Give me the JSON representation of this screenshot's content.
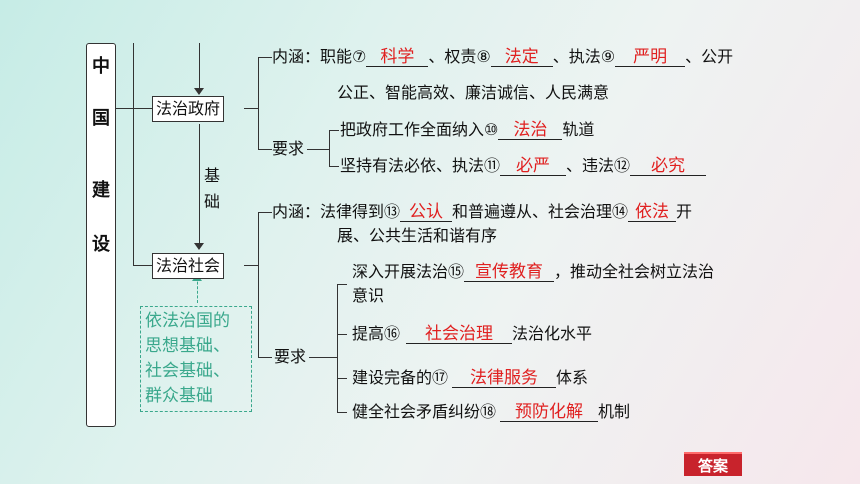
{
  "sidebar": {
    "chars": [
      "中",
      "国",
      "建",
      "设"
    ]
  },
  "nodes": {
    "gov": "法治政府",
    "soc": "法治社会",
    "basis": "基础"
  },
  "basis_box": [
    "依法治国的",
    "思想基础、",
    "社会基础、",
    "群众基础"
  ],
  "labels": {
    "neihan": "内涵：",
    "yaoqiu": "要求",
    "yaoqiu_arrow": "要求一"
  },
  "gov_neihan": {
    "p1": "职能⑦",
    "a7": "科学",
    "p2": "、权责⑧",
    "a8": "法定",
    "p3": "、执法⑨",
    "a9": "严明",
    "p4": "、公开",
    "line2": "公正、智能高效、廉洁诚信、人民满意"
  },
  "gov_req": {
    "r1_pre": "把政府工作全面纳入⑩",
    "a10": "法治",
    "r1_post": "轨道",
    "r2_pre": "坚持有法必依、执法⑪",
    "a11": "必严",
    "r2_mid": "、违法⑫",
    "a12": "必究"
  },
  "soc_neihan": {
    "pre": "法律得到⑬",
    "a13": "公认",
    "mid": "和普遍遵从、社会治理⑭",
    "a14": "依法",
    "post": "开",
    "line2": "展、公共生活和谐有序"
  },
  "soc_req": {
    "r1_pre": "深入开展法治⑮",
    "a15": "宣传教育",
    "r1_post": "，推动全社会树立法治",
    "r1_line2": "意识",
    "r2_pre": "提高⑯",
    "a16": "社会治理",
    "r2_post": "法治化水平",
    "r3_pre": "建设完备的⑰",
    "a17": "法律服务",
    "r3_post": "体系",
    "r4_pre": "健全社会矛盾纠纷⑱",
    "a18": "预防化解",
    "r4_post": "机制"
  },
  "answer_button": "答案"
}
